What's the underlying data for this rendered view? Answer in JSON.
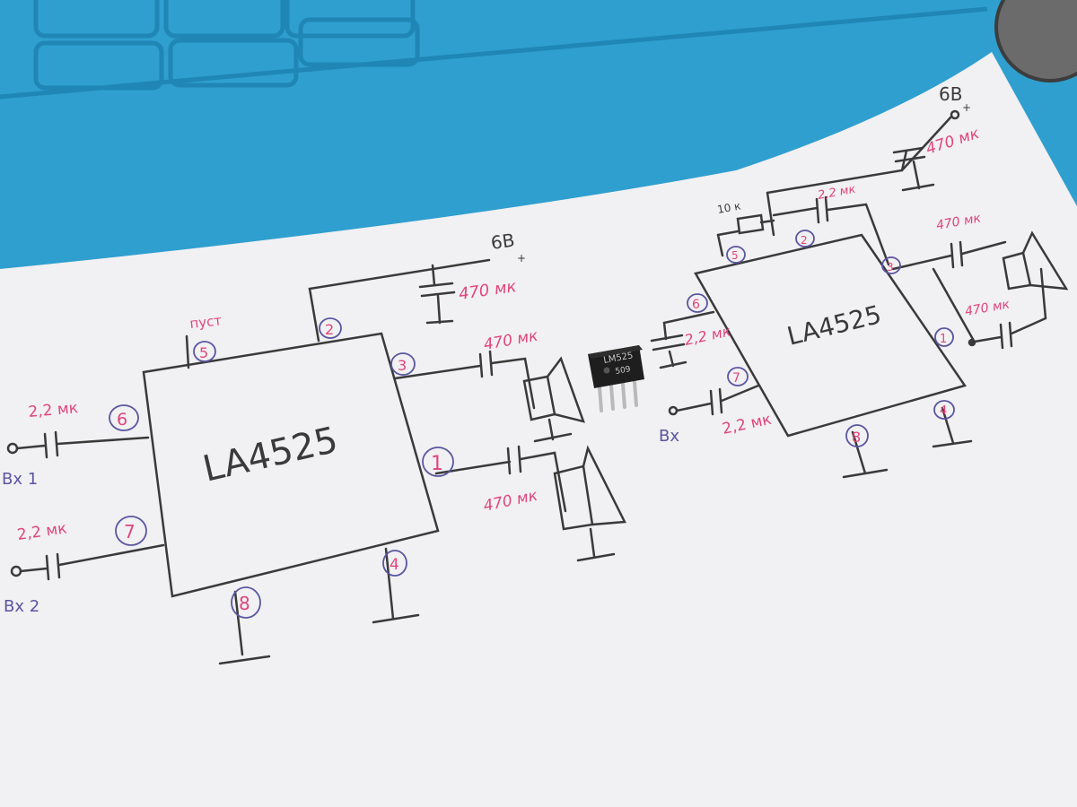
{
  "scene": {
    "colors": {
      "mat": "#2f9fcf",
      "mat_dark": "#1f86b5",
      "paper": "#f1f0f2",
      "ink": "#3a3a3a",
      "pink": "#e0467a",
      "purple": "#5a55a0",
      "chip": "#1e1e1e"
    }
  },
  "left_circuit": {
    "chip_label": "LA4525",
    "power_label": "6B",
    "plus_sign": "+",
    "cap_power": "470 мк",
    "cap_out_top": "470 мк",
    "cap_out_bottom": "470 мк",
    "cap_in_1": "2,2 мк",
    "cap_in_2": "2,2 мк",
    "input_1": "Вх 1",
    "input_2": "Вх 2",
    "nc_label": "пуст",
    "pins": [
      "1",
      "2",
      "3",
      "4",
      "5",
      "6",
      "7",
      "8"
    ]
  },
  "right_circuit": {
    "chip_label": "LA4525",
    "power_label": "6B",
    "plus_sign": "+",
    "cap_power": "470 мк",
    "cap_feedback": "2,2 мк",
    "cap_out_top": "470 мк",
    "cap_out_bottom": "470 мк",
    "cap_pin6": "2,2 мк",
    "cap_in": "2,2 мк",
    "resistor": "10 к",
    "input": "Вх",
    "pins": [
      "1",
      "2",
      "3",
      "4",
      "5",
      "6",
      "7",
      "8"
    ]
  },
  "ic_package": {
    "marking_line1": "LM525",
    "marking_line2": "509"
  }
}
